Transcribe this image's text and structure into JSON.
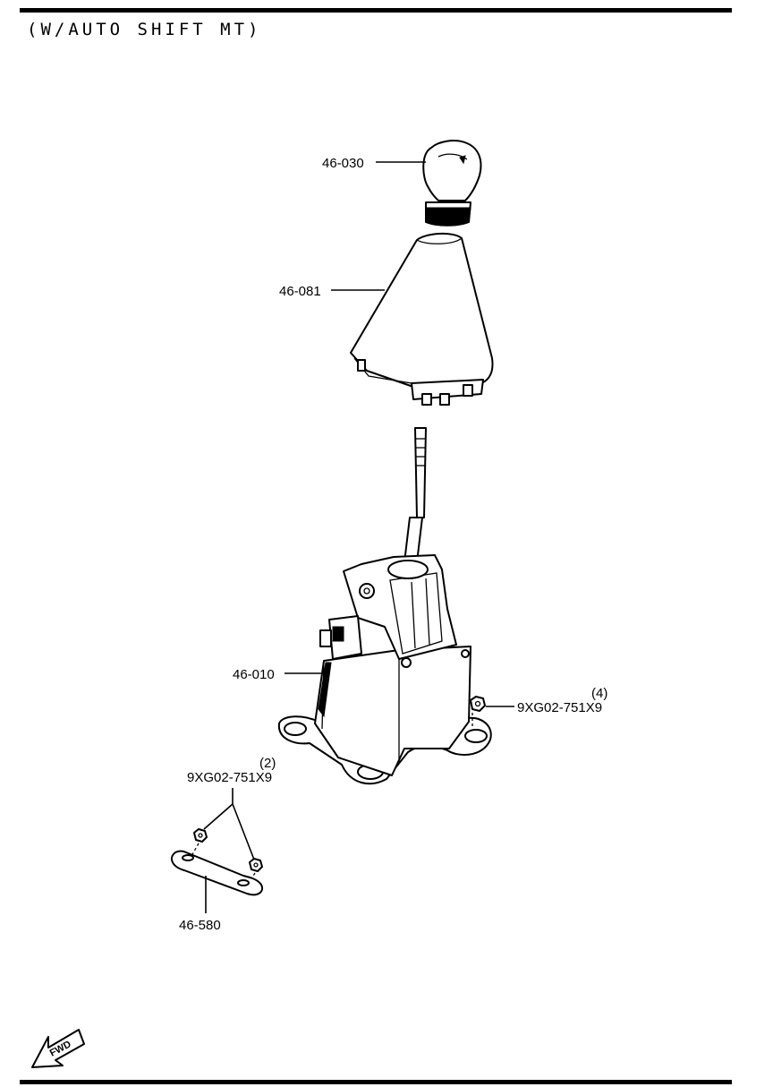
{
  "title": "(W/AUTO SHIFT MT)",
  "parts": {
    "knob": "46-030",
    "boot": "46-081",
    "shifter_unit": "46-010",
    "plate": "46-580",
    "nut_right": "9XG02-751X9",
    "nut_right_qty": "(4)",
    "nut_left": "9XG02-751X9",
    "nut_left_qty": "(2)"
  },
  "fwd_label": "FWD"
}
